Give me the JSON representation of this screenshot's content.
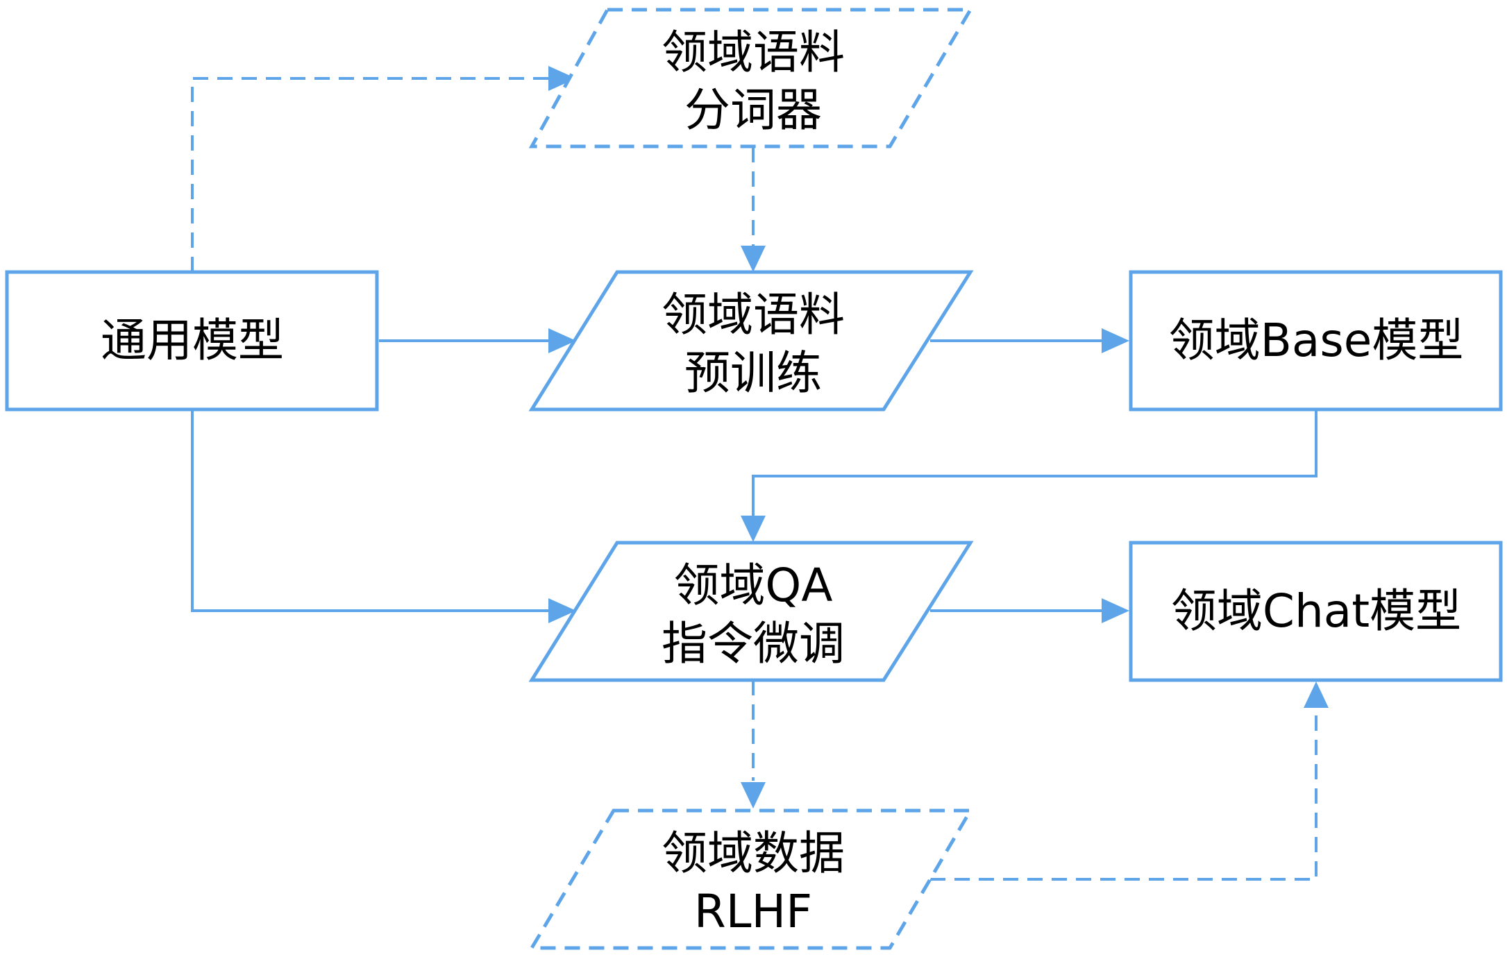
{
  "diagram": {
    "colors": {
      "line": "#5da5e8",
      "text": "#000000",
      "background": "#ffffff"
    },
    "nodes": {
      "general_model": {
        "label": "通用模型"
      },
      "tokenizer": {
        "line1": "领域语料",
        "line2": "分词器"
      },
      "pretrain": {
        "line1": "领域语料",
        "line2": "预训练"
      },
      "base_model": {
        "label": "领域Base模型"
      },
      "qa_tuning": {
        "line1": "领域QA",
        "line2": "指令微调"
      },
      "chat_model": {
        "label": "领域Chat模型"
      },
      "rlhf": {
        "line1": "领域数据",
        "line2": "RLHF"
      }
    }
  }
}
